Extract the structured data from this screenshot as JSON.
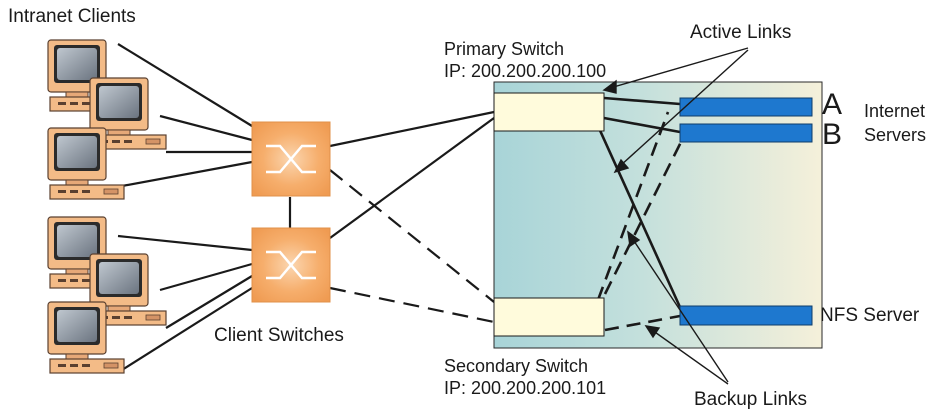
{
  "labels": {
    "intranet_clients": "Intranet Clients",
    "client_switches": "Client Switches",
    "primary_switch_name": "Primary Switch",
    "primary_switch_ip": "IP: 200.200.200.100",
    "secondary_switch_name": "Secondary Switch",
    "secondary_switch_ip": "IP: 200.200.200.101",
    "active_links": "Active Links",
    "backup_links": "Backup Links",
    "server_a": "A",
    "server_b": "B",
    "internet_servers_line1": "Internet",
    "internet_servers_line2": "Servers",
    "nfs_server": "NFS Server"
  },
  "colors": {
    "server_bar": "#1e78cf",
    "switch_box": "#fffbdc",
    "client_switch": "#f4a55a",
    "monitor_body": "#f3bb87",
    "line": "#1a1a1a"
  }
}
